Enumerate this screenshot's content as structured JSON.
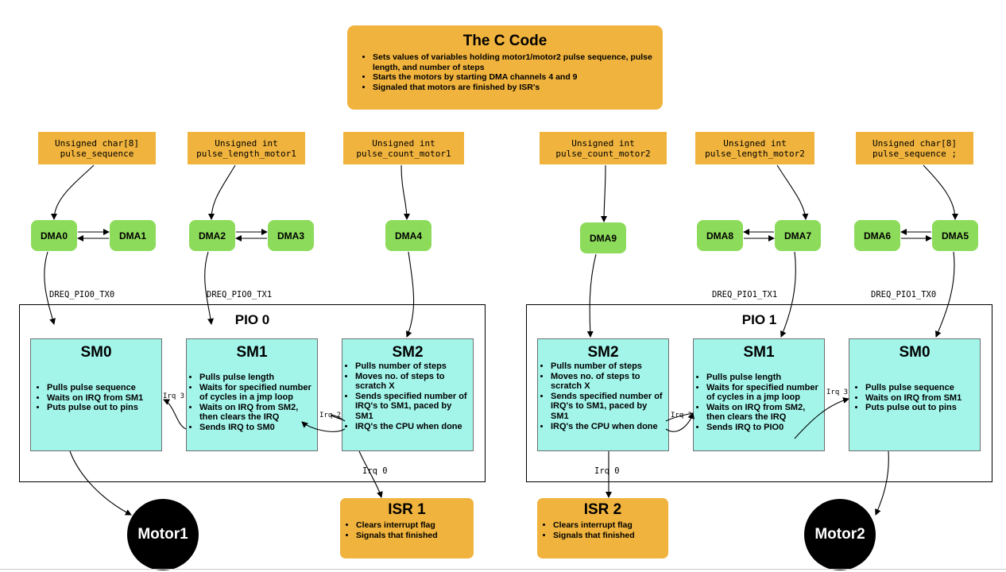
{
  "c_code": {
    "title": "The C Code",
    "bullets": [
      "Sets values of variables holding motor1/motor2 pulse sequence, pulse length, and number of steps",
      "Starts the motors by starting DMA channels 4 and 9",
      "Signaled that motors are finished by ISR's"
    ]
  },
  "variables": [
    {
      "type": "Unsigned char[8]",
      "name": "pulse_sequence"
    },
    {
      "type": "Unsigned int",
      "name": "pulse_length_motor1"
    },
    {
      "type": "Unsigned int",
      "name": "pulse_count_motor1"
    },
    {
      "type": "Unsigned int",
      "name": "pulse_count_motor2"
    },
    {
      "type": "Unsigned int",
      "name": "pulse_length_motor2"
    },
    {
      "type": "Unsigned char[8]",
      "name": "pulse_sequence ;"
    }
  ],
  "dma": [
    "DMA0",
    "DMA1",
    "DMA2",
    "DMA3",
    "DMA4",
    "DMA9",
    "DMA8",
    "DMA7",
    "DMA6",
    "DMA5"
  ],
  "dreq": [
    "DREQ_PIO0_TX0",
    "DREQ_PIO0_TX1",
    "DREQ_PIO1_TX1",
    "DREQ_PIO1_TX0"
  ],
  "pio0": {
    "title": "PIO 0",
    "sm0": {
      "title": "SM0",
      "bullets": [
        "Pulls pulse sequence",
        "Waits on IRQ from SM1",
        "Puts pulse out to pins"
      ]
    },
    "sm1": {
      "title": "SM1",
      "bullets": [
        "Pulls pulse length",
        "Waits for specified number of cycles in a jmp loop",
        "Waits on IRQ from SM2, then clears the IRQ",
        "Sends IRQ to SM0"
      ]
    },
    "sm2": {
      "title": "SM2",
      "bullets": [
        "Pulls number of steps",
        "Moves no. of steps to scratch X",
        "Sends specified number of IRQ's to SM1, paced by SM1",
        "IRQ's the CPU when done"
      ]
    }
  },
  "pio1": {
    "title": "PIO 1",
    "sm2": {
      "title": "SM2",
      "bullets": [
        "Pulls number of steps",
        "Moves no. of steps to scratch X",
        "Sends specified number of IRQ's to SM1, paced by SM1",
        "IRQ's the CPU when done"
      ]
    },
    "sm1": {
      "title": "SM1",
      "bullets": [
        "Pulls pulse length",
        "Waits for specified number of cycles in a jmp loop",
        "Waits on IRQ from SM2, then clears the IRQ",
        "Sends IRQ to PIO0"
      ]
    },
    "sm0": {
      "title": "SM0",
      "bullets": [
        "Pulls pulse sequence",
        "Waits on IRQ from SM1",
        "Puts pulse out to pins"
      ]
    }
  },
  "irq_labels": {
    "left_irq3": "Irq 3",
    "left_irq2": "Irq 2",
    "left_irq0": "Irq 0",
    "right_irq2": "Irq 2",
    "right_irq3": "Irq 3",
    "right_irq0": "Irq 0"
  },
  "isr1": {
    "title": "ISR 1",
    "bullets": [
      "Clears interrupt flag",
      "Signals that finished"
    ]
  },
  "isr2": {
    "title": "ISR 2",
    "bullets": [
      "Clears interrupt flag",
      "Signals that finished"
    ]
  },
  "motors": {
    "motor1": "Motor1",
    "motor2": "Motor2"
  },
  "colors": {
    "orange": "#f0b33d",
    "green": "#8ddb5b",
    "cyan": "#a3f5ea",
    "black": "#000000"
  }
}
